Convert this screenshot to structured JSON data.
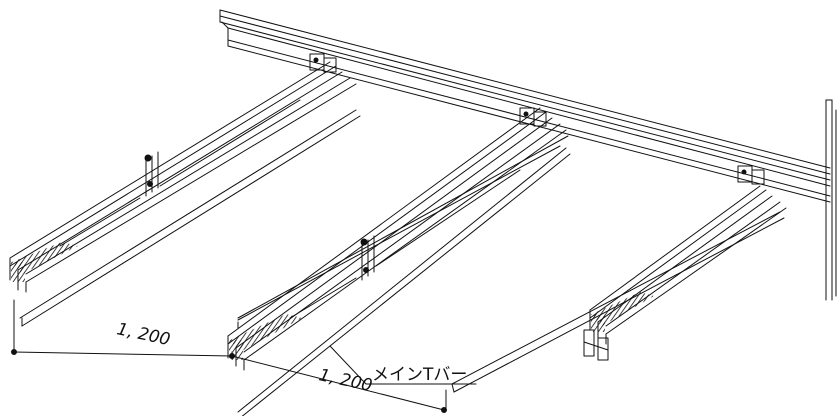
{
  "diagram": {
    "label_main_tbar": "メインTバー",
    "dimension_1": "1, 200",
    "dimension_2": "1, 200"
  }
}
